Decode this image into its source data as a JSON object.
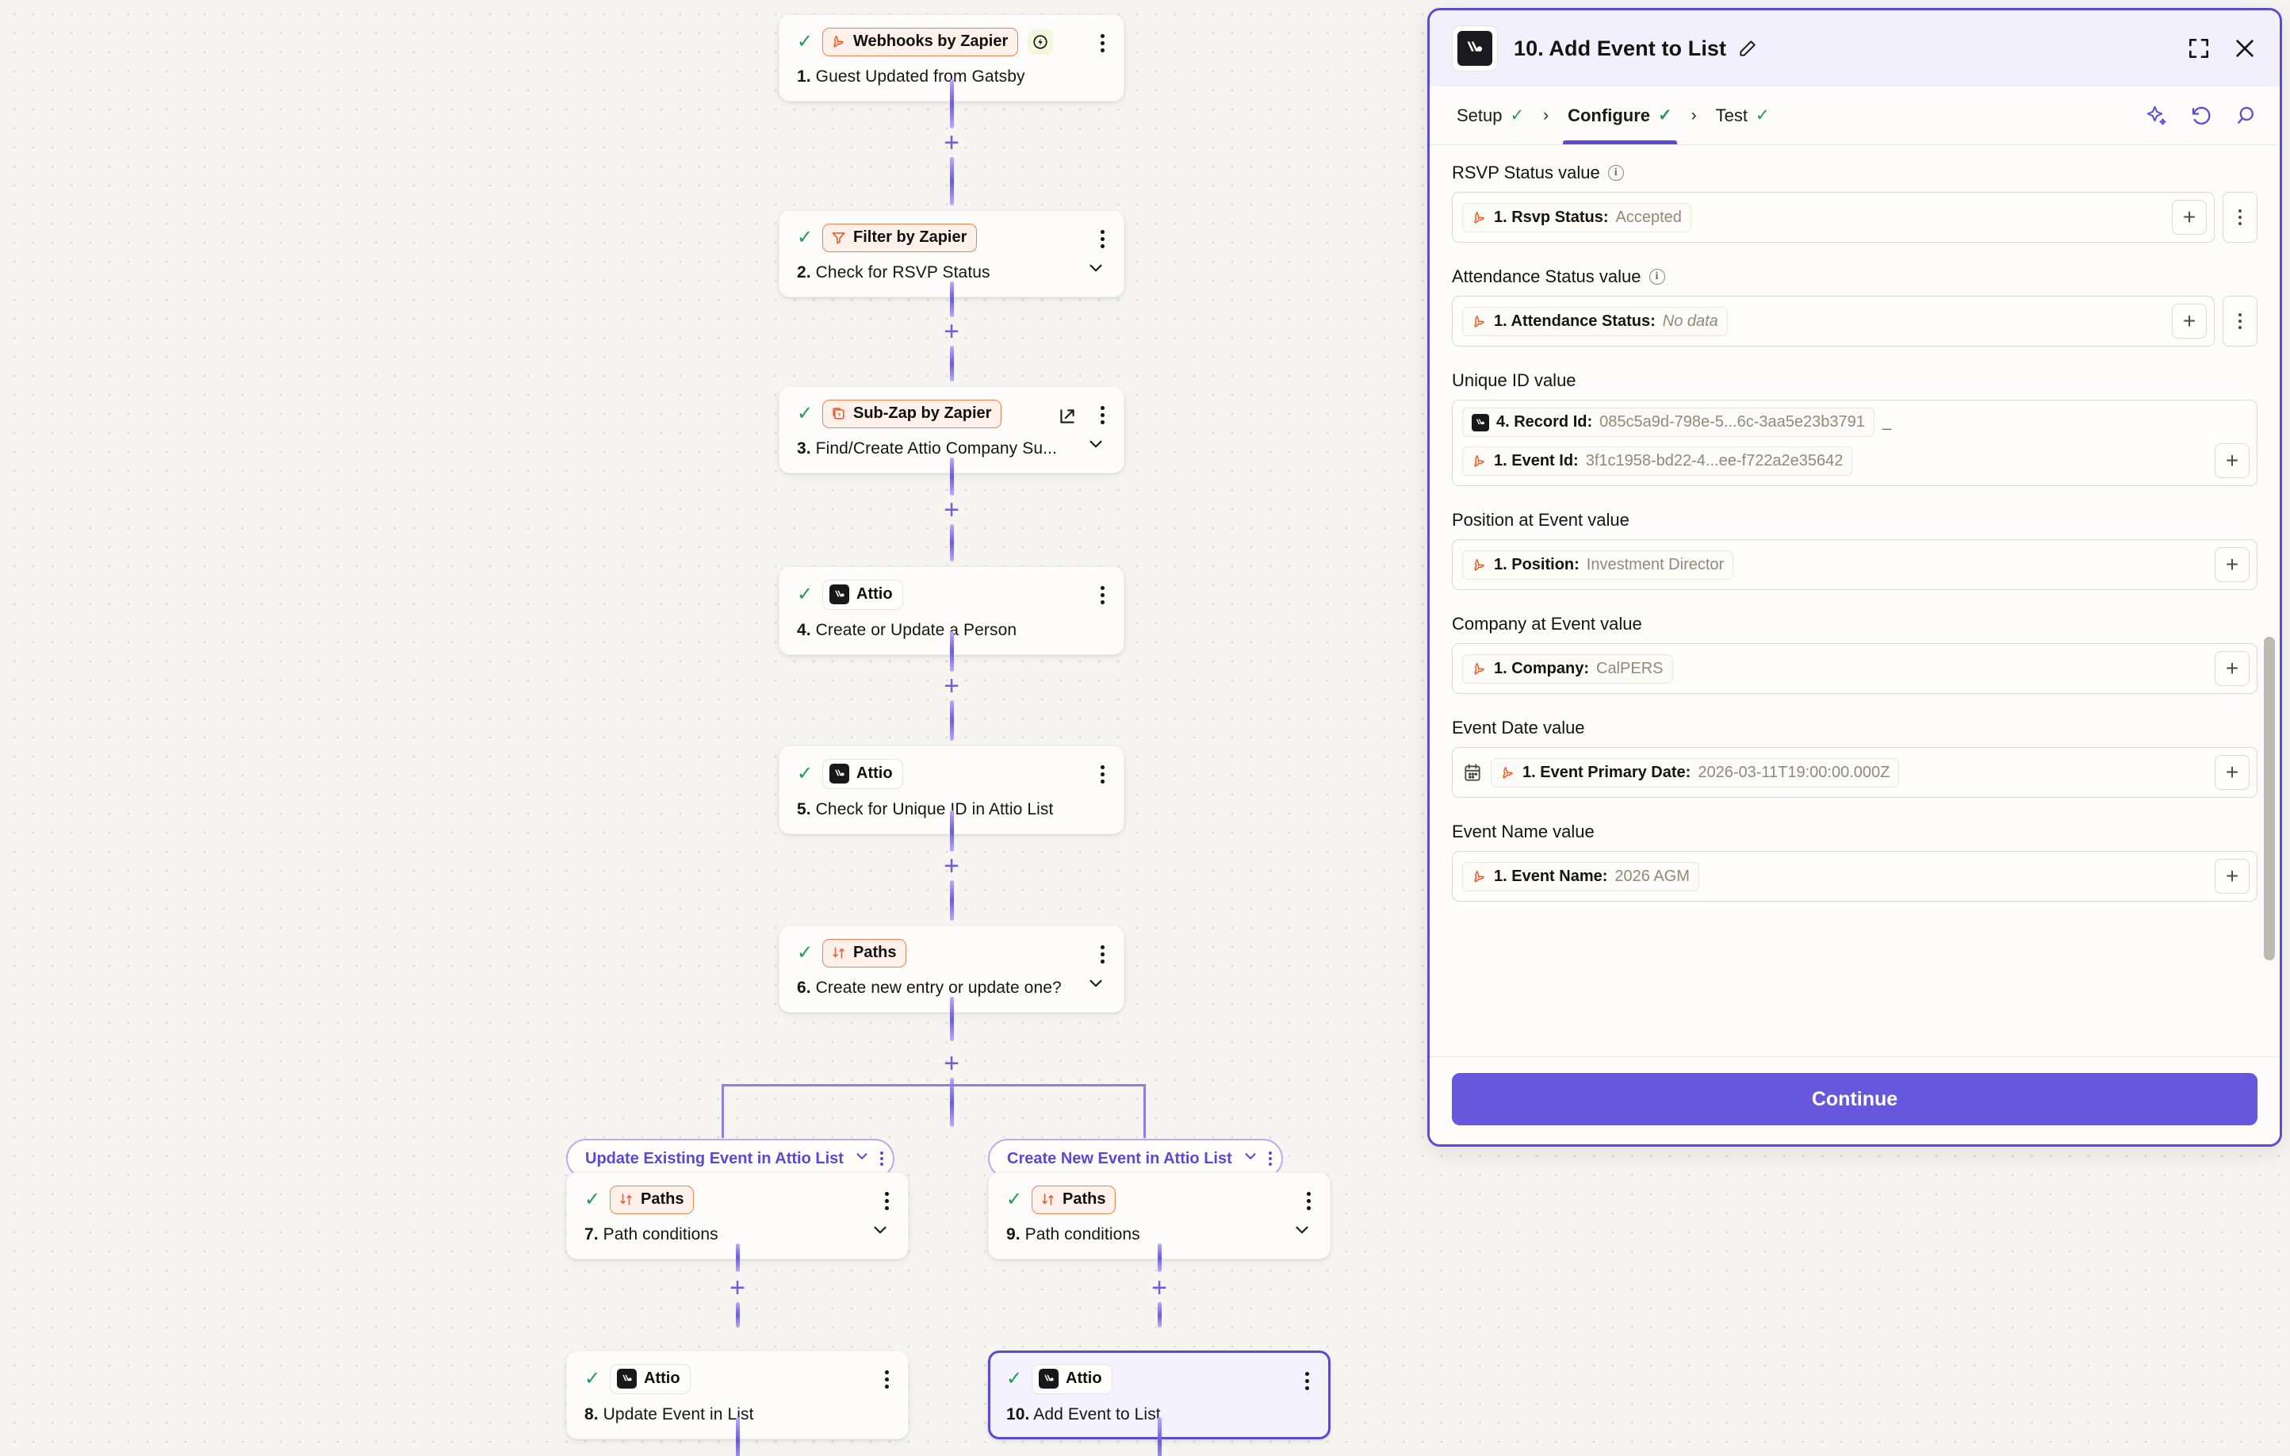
{
  "canvas": {
    "nodes": [
      {
        "num": "1.",
        "title": "Guest Updated from Gatsby",
        "app": "Webhooks by Zapier",
        "app_kind": "zapier",
        "icon": "webhook-icon",
        "has_bolt_badge": true,
        "has_chevron": false,
        "has_external_link": false
      },
      {
        "num": "2.",
        "title": "Check for RSVP Status",
        "app": "Filter by Zapier",
        "app_kind": "zapier",
        "icon": "filter-icon",
        "has_bolt_badge": false,
        "has_chevron": true,
        "has_external_link": false
      },
      {
        "num": "3.",
        "title": "Find/Create Attio Company Su...",
        "app": "Sub-Zap by Zapier",
        "app_kind": "zapier",
        "icon": "subzap-icon",
        "has_bolt_badge": false,
        "has_chevron": true,
        "has_external_link": true
      },
      {
        "num": "4.",
        "title": "Create or Update a Person",
        "app": "Attio",
        "app_kind": "attio",
        "icon": "attio-icon",
        "has_bolt_badge": false,
        "has_chevron": false,
        "has_external_link": false
      },
      {
        "num": "5.",
        "title": "Check for Unique ID in Attio List",
        "app": "Attio",
        "app_kind": "attio",
        "icon": "attio-icon",
        "has_bolt_badge": false,
        "has_chevron": false,
        "has_external_link": false
      },
      {
        "num": "6.",
        "title": "Create new entry or update one?",
        "app": "Paths",
        "app_kind": "zapier",
        "icon": "paths-icon",
        "has_bolt_badge": false,
        "has_chevron": true,
        "has_external_link": false
      }
    ],
    "branches": [
      {
        "label": "Update Existing Event in Attio List",
        "nodes": [
          {
            "num": "7.",
            "title": "Path conditions",
            "app": "Paths",
            "app_kind": "zapier",
            "icon": "paths-icon",
            "has_chevron": true
          },
          {
            "num": "8.",
            "title": "Update Event in List",
            "app": "Attio",
            "app_kind": "attio",
            "icon": "attio-icon",
            "has_chevron": false
          }
        ]
      },
      {
        "label": "Create New Event in Attio List",
        "nodes": [
          {
            "num": "9.",
            "title": "Path conditions",
            "app": "Paths",
            "app_kind": "zapier",
            "icon": "paths-icon",
            "has_chevron": true
          },
          {
            "num": "10.",
            "title": "Add Event to List",
            "app": "Attio",
            "app_kind": "attio",
            "icon": "attio-icon",
            "has_chevron": false,
            "selected": true
          }
        ]
      }
    ]
  },
  "panel": {
    "title": "10. Add Event to List",
    "app_icon": "attio-icon",
    "edit_icon": "pencil-icon",
    "expand_icon": "expand-icon",
    "close_icon": "close-icon",
    "tabs": [
      {
        "label": "Setup",
        "done": true,
        "active": false
      },
      {
        "label": "Configure",
        "done": true,
        "active": true
      },
      {
        "label": "Test",
        "done": true,
        "active": false
      }
    ],
    "tab_separator": "›",
    "tools": [
      {
        "icon": "sparkle-ai-icon"
      },
      {
        "icon": "undo-icon"
      },
      {
        "icon": "search-icon"
      }
    ],
    "fields": [
      {
        "label": "RSVP Status value",
        "has_info": true,
        "has_dots": true,
        "has_plus": true,
        "has_calendar": false,
        "tokens": [
          {
            "icon": "zapier-icon",
            "label": "1. Rsvp Status:",
            "value": "Accepted",
            "italic": false
          }
        ]
      },
      {
        "label": "Attendance Status value",
        "has_info": true,
        "has_dots": true,
        "has_plus": true,
        "has_calendar": false,
        "tokens": [
          {
            "icon": "zapier-icon",
            "label": "1. Attendance Status:",
            "value": "No data",
            "italic": true
          }
        ]
      },
      {
        "label": "Unique ID value",
        "has_info": false,
        "has_dots": false,
        "has_plus": true,
        "has_calendar": false,
        "tokens": [
          {
            "icon": "attio-icon",
            "label": "4. Record Id:",
            "value": "085c5a9d-798e-5...6c-3aa5e23b3791",
            "italic": false
          },
          {
            "joiner": "_"
          },
          {
            "icon": "zapier-icon",
            "label": "1. Event Id:",
            "value": "3f1c1958-bd22-4...ee-f722a2e35642",
            "italic": false
          }
        ]
      },
      {
        "label": "Position at Event value",
        "has_info": false,
        "has_dots": false,
        "has_plus": true,
        "has_calendar": false,
        "tokens": [
          {
            "icon": "zapier-icon",
            "label": "1. Position:",
            "value": "Investment Director",
            "italic": false
          }
        ]
      },
      {
        "label": "Company at Event value",
        "has_info": false,
        "has_dots": false,
        "has_plus": true,
        "has_calendar": false,
        "tokens": [
          {
            "icon": "zapier-icon",
            "label": "1. Company:",
            "value": "CalPERS",
            "italic": false
          }
        ]
      },
      {
        "label": "Event Date value",
        "has_info": false,
        "has_dots": false,
        "has_plus": true,
        "has_calendar": true,
        "tokens": [
          {
            "icon": "zapier-icon",
            "label": "1. Event Primary Date:",
            "value": "2026-03-11T19:00:00.000Z",
            "italic": false
          }
        ]
      },
      {
        "label": "Event Name value",
        "has_info": false,
        "has_dots": false,
        "has_plus": true,
        "has_calendar": false,
        "tokens": [
          {
            "icon": "zapier-icon",
            "label": "1. Event Name:",
            "value": "2026 AGM",
            "italic": false
          }
        ]
      }
    ],
    "continue_label": "Continue"
  },
  "colors": {
    "accent": "#5b4bd4",
    "accent_button": "#6558dd",
    "zapier_orange": "#ef5a23",
    "check_green": "#1f9a56",
    "canvas_bg": "#f7f5f2"
  }
}
